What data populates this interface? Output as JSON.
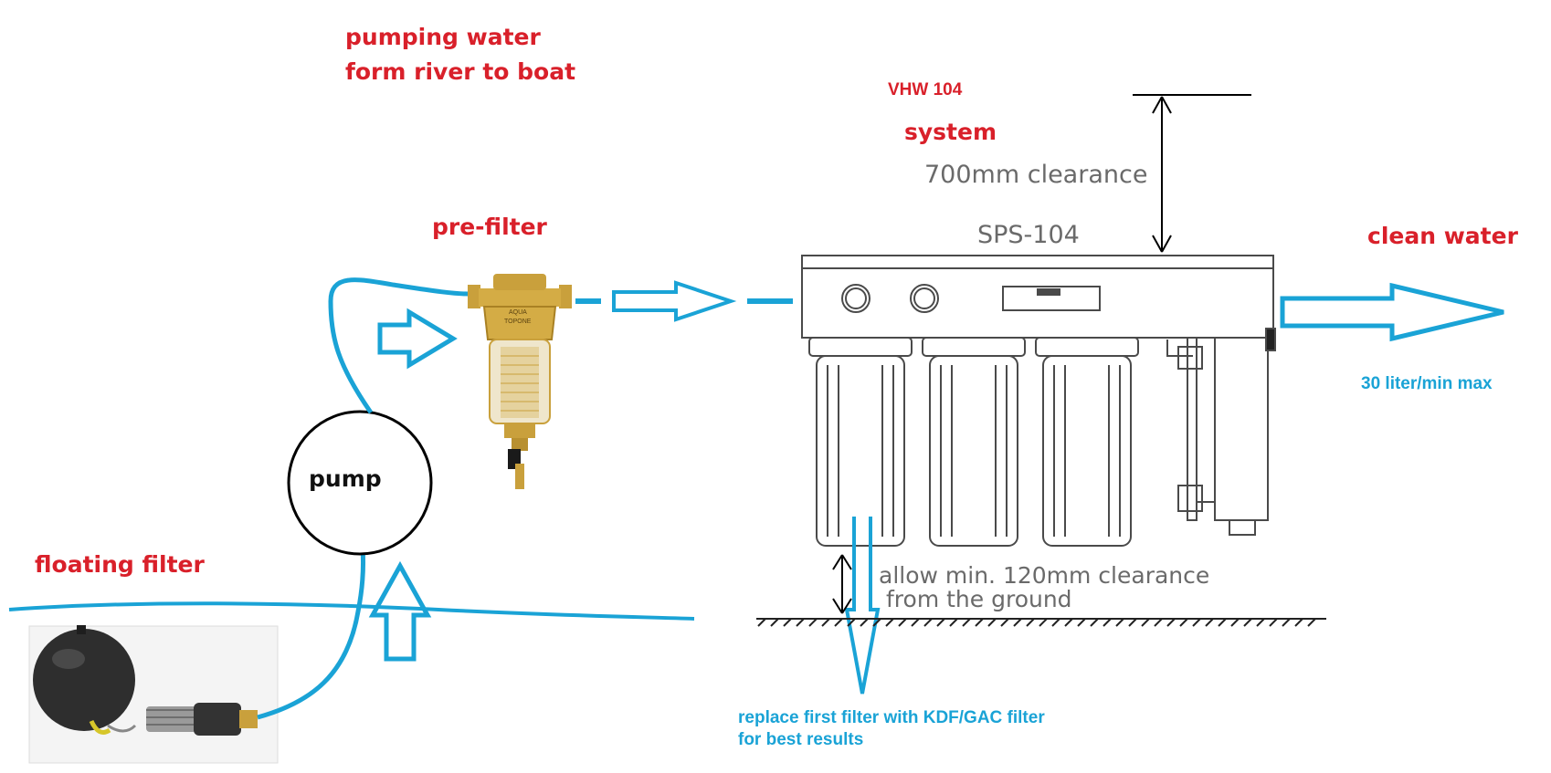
{
  "labels": {
    "title_line1": "pumping water",
    "title_line2": "form river to boat",
    "model": "VHW 104",
    "system": "system",
    "clearance_top": "700mm clearance",
    "unit_name": "SPS-104",
    "clean_water": "clean water",
    "prefilter": "pre-filter",
    "pump": "pump",
    "floating_filter": "floating filter",
    "flow_rate": "30 liter/min max",
    "clearance_ground_line1": "allow min. 120mm clearance",
    "clearance_ground_line2": "from the ground",
    "replace_line1": "replace first filter with KDF/GAC filter",
    "replace_line2": "for best results",
    "prefilter_brand_line1": "AQUA",
    "prefilter_brand_line2": "TOPONE"
  },
  "colors": {
    "annotation_red": "#d9202a",
    "flow_blue": "#1aa3d6",
    "line_grey": "#4a4a4a",
    "brass": "#c9a03c"
  }
}
